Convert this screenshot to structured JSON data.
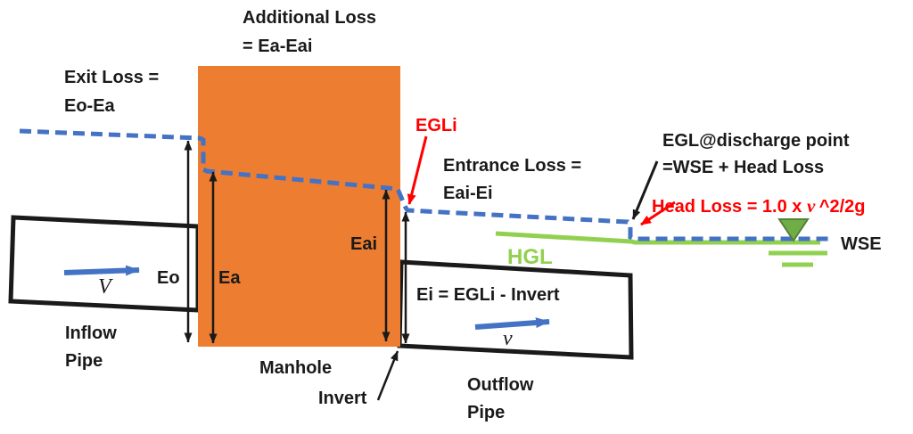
{
  "diagram": {
    "title_semantic": "EGL-HGL head loss diagram through a manhole",
    "colors": {
      "manhole_orange": "#ED7D31",
      "egl_blue": "#4472C4",
      "hgl_green": "#92D050",
      "triangle_green_fill": "#70AD47",
      "triangle_green_border": "#538135",
      "annotation_red": "#FF0000",
      "line_black": "#1a1a1a"
    },
    "labels": {
      "additional_loss_line1": "Additional Loss",
      "additional_loss_line2": "= Ea-Eai",
      "exit_loss_line1": "Exit Loss =",
      "exit_loss_line2": "Eo-Ea",
      "egli": "EGLi",
      "entrance_loss_line1": "Entrance Loss =",
      "entrance_loss_line2": "Eai-Ei",
      "egl_discharge_line1": "EGL@discharge point",
      "egl_discharge_line2": "=WSE + Head Loss",
      "head_loss_prefix": "Head Loss = 1.0 x ",
      "head_loss_v": "v",
      "head_loss_suffix": "^2/2g",
      "wse": "WSE",
      "hgl": "HGL",
      "eo": "Eo",
      "ea": "Ea",
      "eai": "Eai",
      "ei_formula": "Ei = EGLi - Invert",
      "inflow_line1": "Inflow",
      "inflow_line2": "Pipe",
      "outflow_line1": "Outflow",
      "outflow_line2": "Pipe",
      "manhole": "Manhole",
      "invert": "Invert",
      "inflow_velocity": "V",
      "outflow_velocity": "v"
    },
    "icons": {
      "water_surface_triangle": "water-surface-triangle-icon",
      "flow_arrow": "flow-arrow-icon",
      "dimension_arrow": "double-headed-dimension-arrow"
    }
  }
}
